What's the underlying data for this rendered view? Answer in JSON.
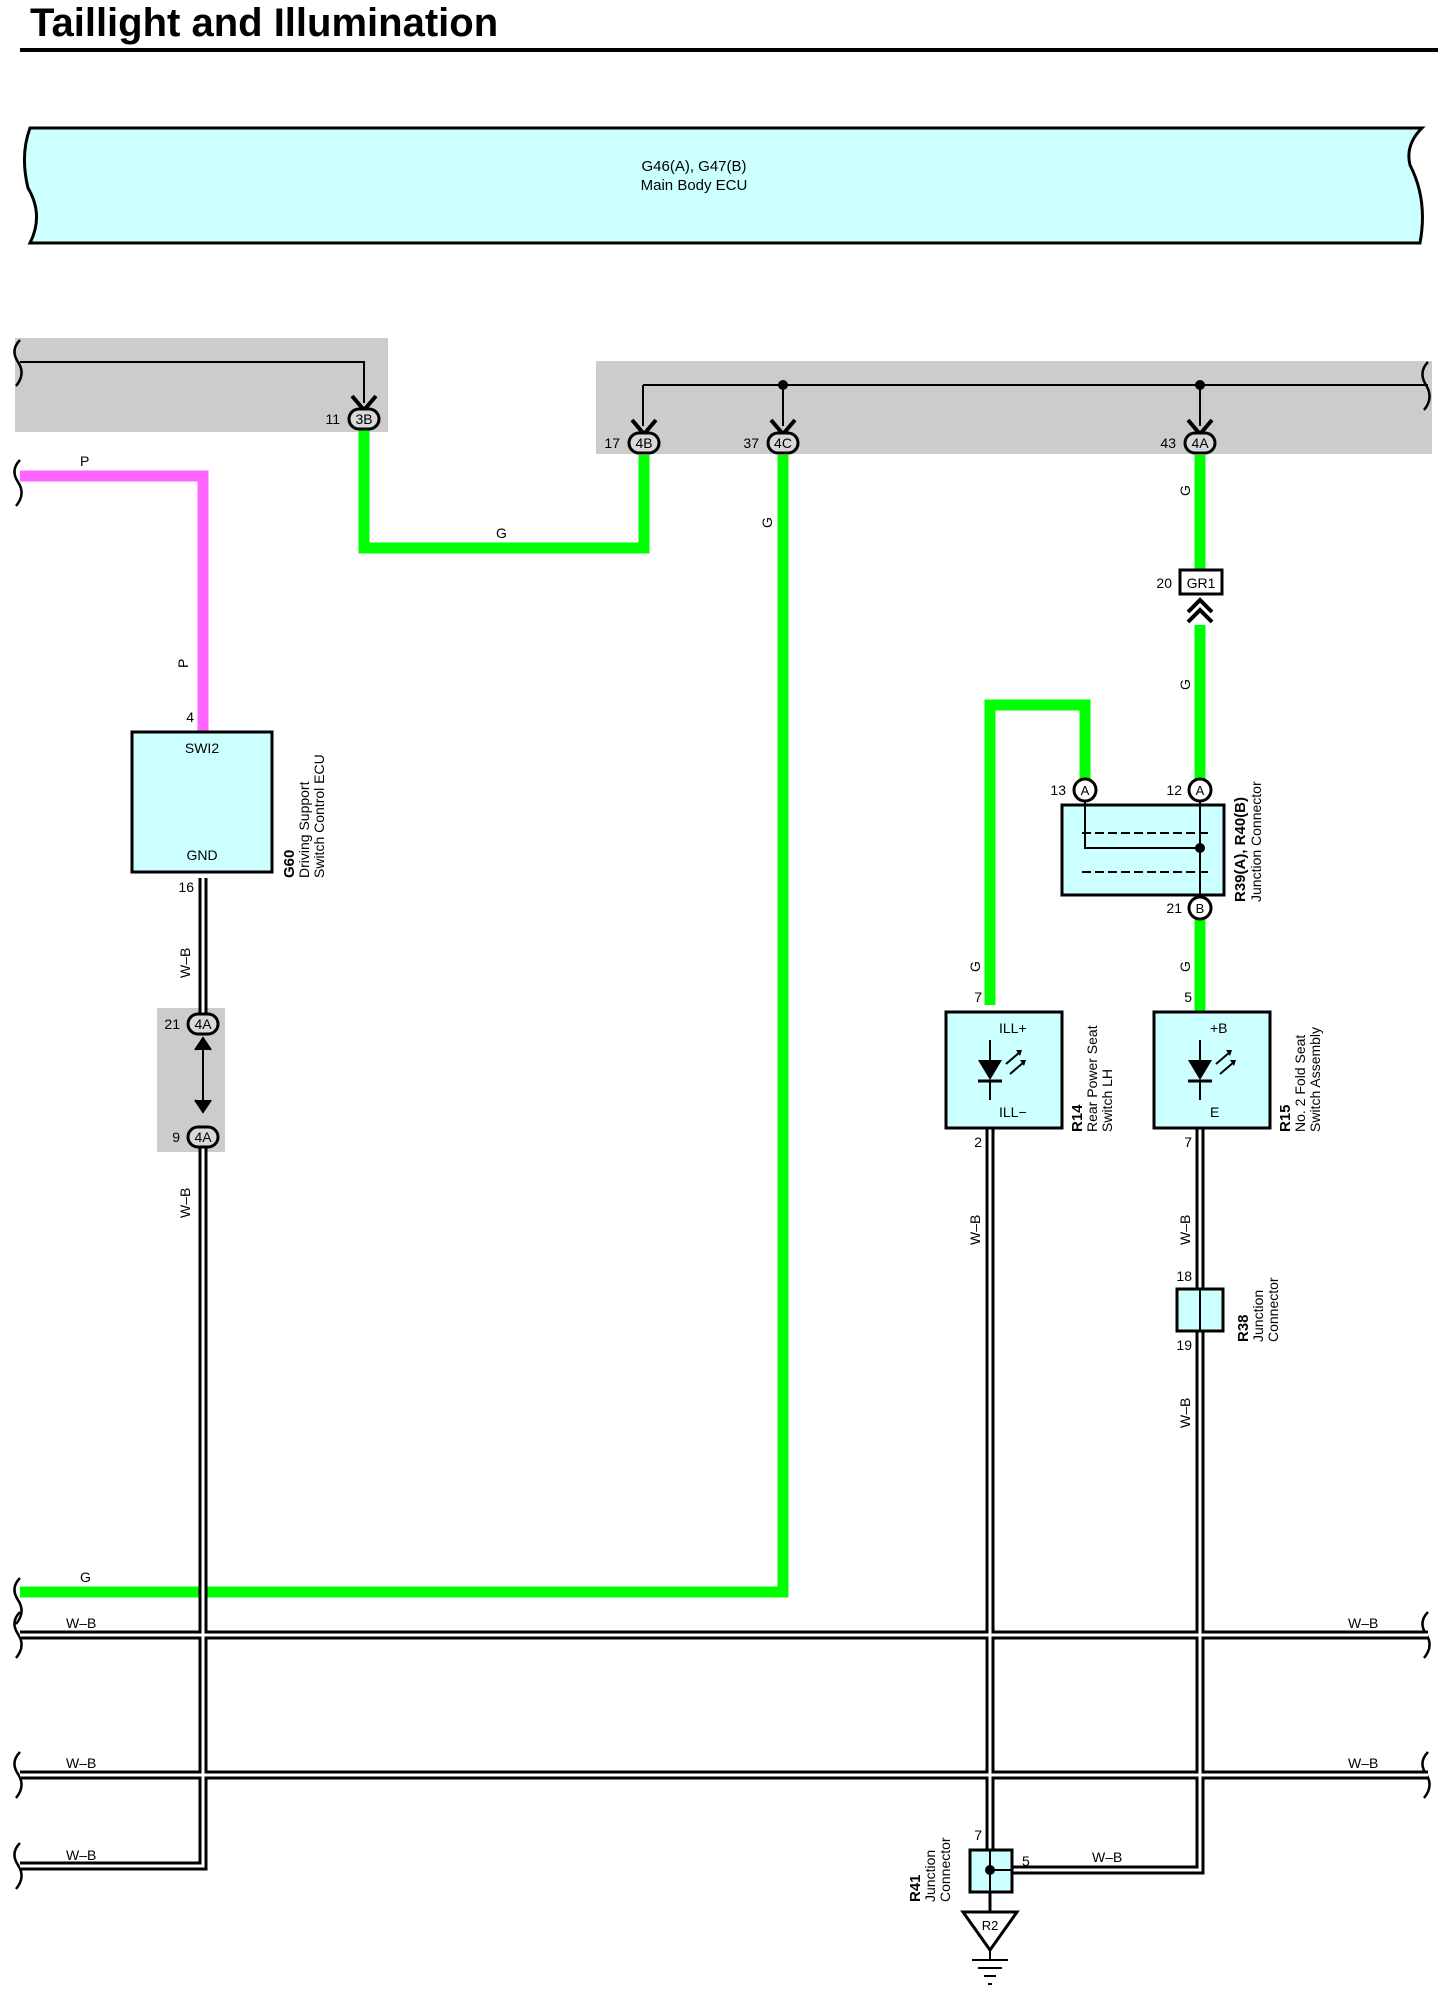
{
  "title": "Taillight and Illumination",
  "colors": {
    "wire_green": "#00ff00",
    "wire_pink": "#ff66ff",
    "component_fill": "#ccffff",
    "ecu_fill": "#ccffff",
    "shaded_bg": "#cccccc",
    "line": "#000000"
  },
  "ecu": {
    "code": "G46(A), G47(B)",
    "name": "Main Body ECU"
  },
  "ecu_pins": {
    "p3b": {
      "num": "11",
      "conn": "3B"
    },
    "p4b": {
      "num": "17",
      "conn": "4B"
    },
    "p4c": {
      "num": "37",
      "conn": "4C"
    },
    "p4a": {
      "num": "43",
      "conn": "4A"
    }
  },
  "components": {
    "g60": {
      "code": "G60",
      "name1": "Driving Support",
      "name2": "Switch Control ECU",
      "pin_top_label": "SWI2",
      "pin_bottom_label": "GND",
      "pin_top": "4",
      "pin_bottom": "16"
    },
    "r14": {
      "code": "R14",
      "name1": "Rear Power Seat",
      "name2": "Switch LH",
      "pin_top_label": "ILL+",
      "pin_bottom_label": "ILL−",
      "pin_top": "7",
      "pin_bottom": "2"
    },
    "r15": {
      "code": "R15",
      "name1": "No. 2 Fold Seat",
      "name2": "Switch Assembly",
      "pin_top_label": "+B",
      "pin_bottom_label": "E",
      "pin_top": "5",
      "pin_bottom": "7"
    },
    "r39": {
      "code": "R39(A), R40(B)",
      "name": "Junction Connector",
      "pin_a1": "13",
      "pin_a1_conn": "A",
      "pin_a2": "12",
      "pin_a2_conn": "A",
      "pin_b": "21",
      "pin_b_conn": "B"
    },
    "r38": {
      "code": "R38",
      "name1": "Junction",
      "name2": "Connector",
      "pin_top": "18",
      "pin_bottom": "19"
    },
    "r41": {
      "code": "R41",
      "name1": "Junction",
      "name2": "Connector",
      "pin_top": "7",
      "pin_right": "5"
    }
  },
  "inline_connectors": {
    "gr1": {
      "num": "20",
      "conn": "GR1"
    },
    "c4a_top": {
      "num": "21",
      "conn": "4A"
    },
    "c4a_bottom": {
      "num": "9",
      "conn": "4A"
    }
  },
  "ground": {
    "code": "R2"
  },
  "wire_labels": {
    "p": "P",
    "g": "G",
    "wb": "W–B"
  }
}
